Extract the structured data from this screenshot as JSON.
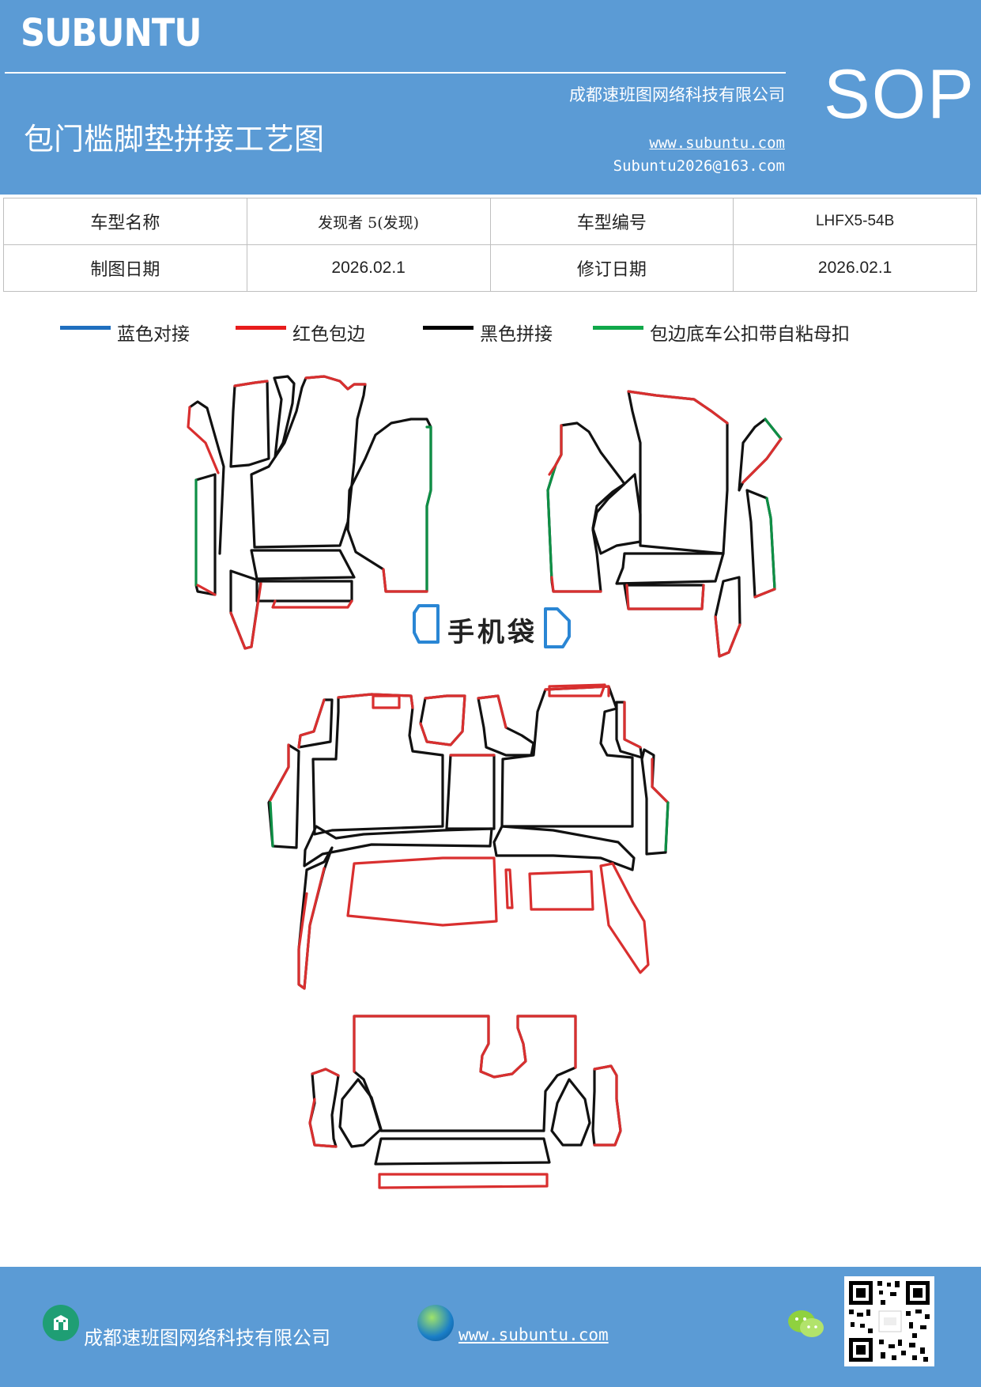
{
  "header": {
    "brand": "SUBUNTU",
    "title": "包门槛脚垫拼接工艺图",
    "company": "成都速班图网络科技有限公司",
    "website": "www.subuntu.com",
    "email": "Subuntu2026@163.com",
    "sop": "SOP"
  },
  "info_table": {
    "model_name_label": "车型名称",
    "model_name_value": "发现者 5(发现)",
    "model_code_label": "车型编号",
    "model_code_value": "LHFX5-54B",
    "draw_date_label": "制图日期",
    "draw_date_value": "2026.02.1",
    "revise_date_label": "修订日期",
    "revise_date_value": "2026.02.1"
  },
  "legend": [
    {
      "label": "蓝色对接",
      "color": "#1f6fbf"
    },
    {
      "label": "红色包边",
      "color": "#e81c1c"
    },
    {
      "label": "黑色拼接",
      "color": "#000000"
    },
    {
      "label": "包边底车公扣带自粘母扣",
      "color": "#10a84a"
    }
  ],
  "diagram": {
    "phone_bag_label": "手机袋"
  },
  "footer": {
    "company": "成都速班图网络科技有限公司",
    "website": "www.subuntu.com"
  },
  "colors": {
    "brand_blue": "#5b9bd5",
    "edge_red": "#d92f2f",
    "edge_black": "#111111",
    "edge_green": "#0e8f45",
    "edge_blue": "#2a86d4"
  }
}
